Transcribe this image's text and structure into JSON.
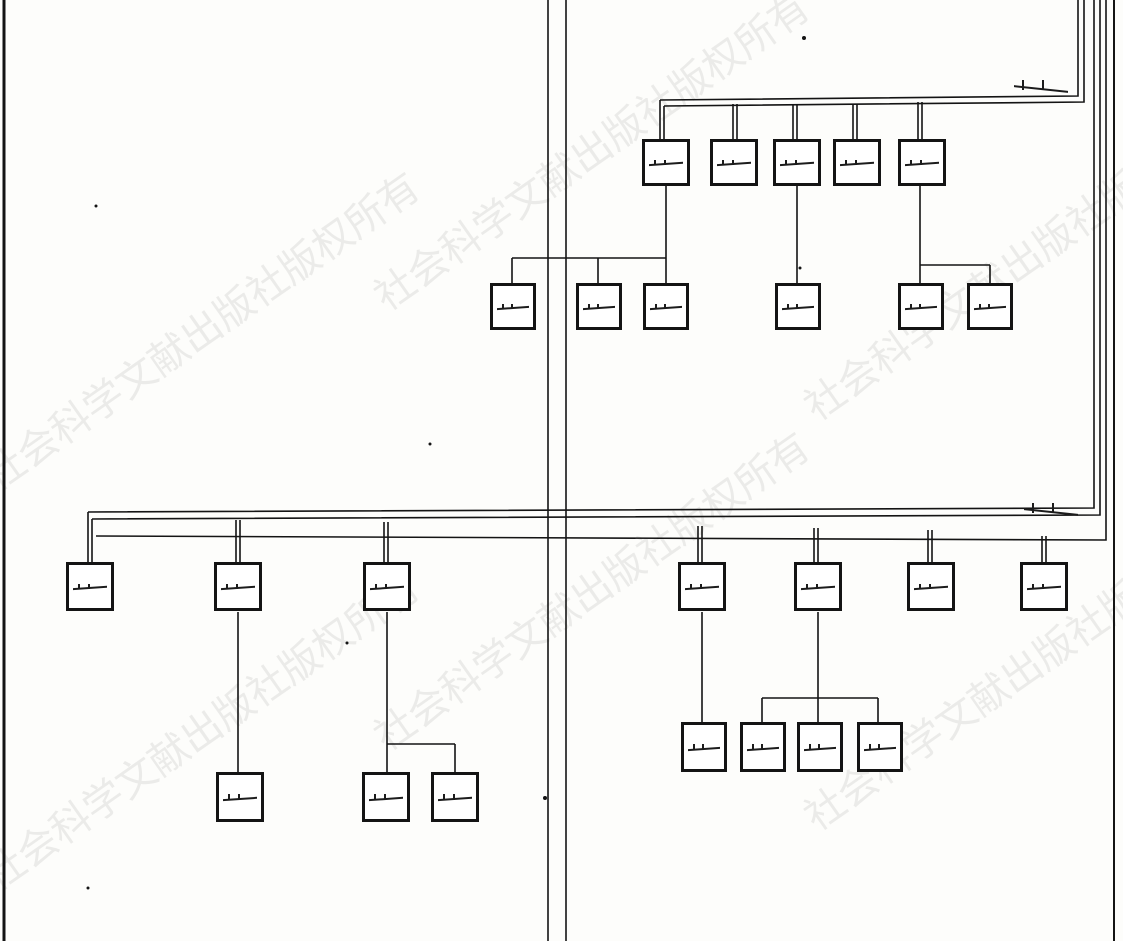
{
  "document": {
    "title": "",
    "watermark_text": "社会科学文献出版社版权所有",
    "line_color": "#141414",
    "paper_color": "#fdfdfb"
  },
  "upper_branch": {
    "label": "",
    "children": [
      {
        "id": "u1",
        "label": "",
        "children": [
          "u1a",
          "u1b",
          "u1c"
        ]
      },
      {
        "id": "u2",
        "label": "",
        "children": []
      },
      {
        "id": "u3",
        "label": "",
        "children": [
          "u3a"
        ]
      },
      {
        "id": "u4",
        "label": "",
        "children": []
      },
      {
        "id": "u5",
        "label": "",
        "children": [
          "u5a",
          "u5b"
        ]
      }
    ]
  },
  "lower_branch": {
    "label": "",
    "children": [
      {
        "id": "l1",
        "label": "",
        "children": []
      },
      {
        "id": "l2",
        "label": "",
        "children": [
          "l2a"
        ]
      },
      {
        "id": "l3",
        "label": "",
        "children": [
          "l3a",
          "l3b"
        ]
      },
      {
        "id": "l4",
        "label": "",
        "children": [
          "l4a"
        ]
      },
      {
        "id": "l5",
        "label": "",
        "children": [
          "l5a",
          "l5b",
          "l5c"
        ]
      },
      {
        "id": "l6",
        "label": "",
        "children": []
      },
      {
        "id": "l7",
        "label": "",
        "children": []
      }
    ]
  }
}
